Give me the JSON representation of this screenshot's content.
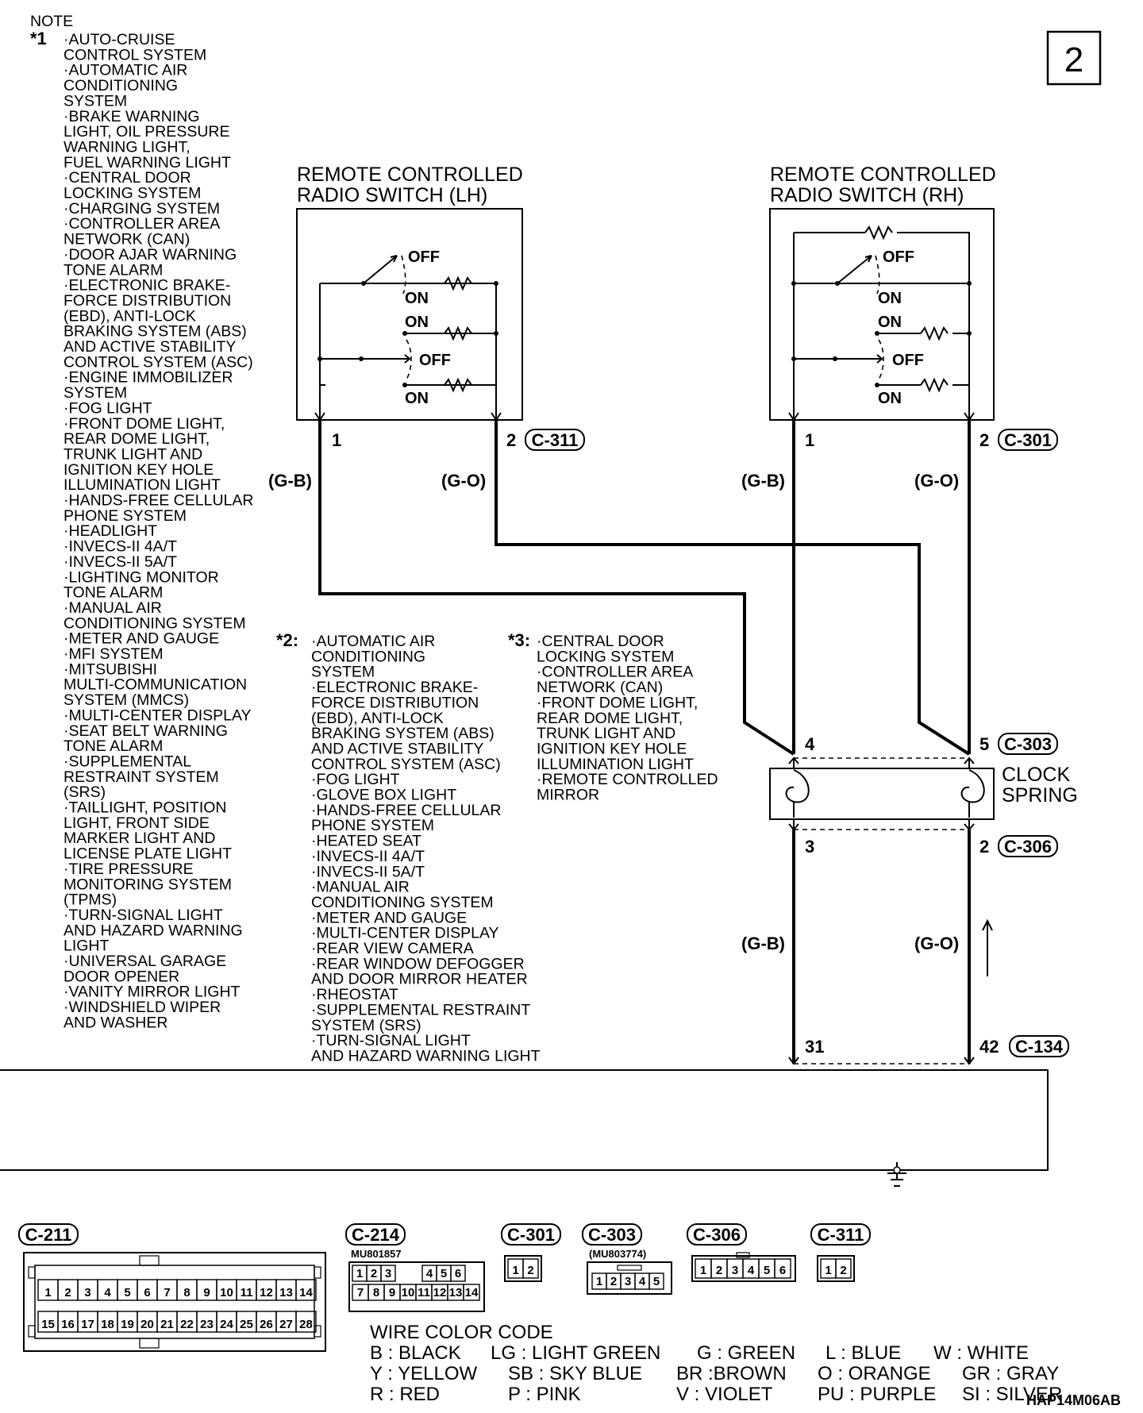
{
  "page_number": "2",
  "diagram_code": "HAP14M06AB",
  "note": {
    "heading": "NOTE",
    "groups": [
      {
        "mark": "*1",
        "lines": [
          "·AUTO-CRUISE",
          "CONTROL SYSTEM",
          "·AUTOMATIC AIR",
          "CONDITIONING",
          "SYSTEM",
          "·BRAKE WARNING",
          "LIGHT, OIL PRESSURE",
          "WARNING LIGHT,",
          "FUEL WARNING LIGHT",
          "·CENTRAL DOOR",
          "LOCKING SYSTEM",
          "·CHARGING SYSTEM",
          "·CONTROLLER AREA",
          "NETWORK (CAN)",
          "·DOOR AJAR WARNING",
          "TONE ALARM",
          "·ELECTRONIC BRAKE-",
          "FORCE DISTRIBUTION",
          "(EBD), ANTI-LOCK",
          "BRAKING SYSTEM (ABS)",
          "AND ACTIVE STABILITY",
          "CONTROL SYSTEM (ASC)",
          "·ENGINE IMMOBILIZER",
          "SYSTEM",
          "·FOG LIGHT",
          "·FRONT DOME LIGHT,",
          "REAR DOME LIGHT,",
          "TRUNK LIGHT AND",
          "IGNITION KEY HOLE",
          "ILLUMINATION LIGHT",
          "·HANDS-FREE CELLULAR",
          "PHONE SYSTEM",
          "·HEADLIGHT",
          "·INVECS-II 4A/T",
          "·INVECS-II 5A/T",
          "·LIGHTING MONITOR",
          "TONE ALARM",
          "·MANUAL AIR",
          "CONDITIONING SYSTEM",
          "·METER AND GAUGE",
          "·MFI SYSTEM",
          "·MITSUBISHI",
          "MULTI-COMMUNICATION",
          "SYSTEM (MMCS)",
          "·MULTI-CENTER DISPLAY",
          "·SEAT BELT WARNING",
          "TONE ALARM",
          "·SUPPLEMENTAL",
          "RESTRAINT SYSTEM",
          "(SRS)",
          "·TAILLIGHT, POSITION",
          "LIGHT, FRONT SIDE",
          "MARKER LIGHT AND",
          "LICENSE PLATE LIGHT",
          "·TIRE PRESSURE",
          "MONITORING SYSTEM",
          "(TPMS)",
          "·TURN-SIGNAL LIGHT",
          "AND HAZARD WARNING",
          "LIGHT",
          "·UNIVERSAL GARAGE",
          "DOOR OPENER",
          "·VANITY MIRROR LIGHT",
          "·WINDSHIELD WIPER",
          "AND WASHER"
        ]
      },
      {
        "mark": "*2:",
        "lines": [
          "·AUTOMATIC AIR",
          "CONDITIONING",
          "SYSTEM",
          "·ELECTRONIC BRAKE-",
          "FORCE DISTRIBUTION",
          "(EBD), ANTI-LOCK",
          "BRAKING SYSTEM (ABS)",
          "AND ACTIVE STABILITY",
          "CONTROL SYSTEM (ASC)",
          "·FOG LIGHT",
          "·GLOVE BOX LIGHT",
          "·HANDS-FREE CELLULAR",
          "PHONE SYSTEM",
          "·HEATED SEAT",
          "·INVECS-II 4A/T",
          "·INVECS-II 5A/T",
          "·MANUAL AIR",
          "CONDITIONING SYSTEM",
          "·METER AND GAUGE",
          "·MULTI-CENTER DISPLAY",
          "·REAR VIEW CAMERA",
          "·REAR WINDOW DEFOGGER",
          "AND DOOR MIRROR HEATER",
          "·RHEOSTAT",
          "·SUPPLEMENTAL RESTRAINT",
          "SYSTEM (SRS)",
          "·TURN-SIGNAL LIGHT",
          "AND HAZARD WARNING LIGHT"
        ]
      },
      {
        "mark": "*3:",
        "lines": [
          "·CENTRAL DOOR",
          "LOCKING SYSTEM",
          "·CONTROLLER AREA",
          "NETWORK (CAN)",
          "·FRONT DOME LIGHT,",
          "REAR DOME LIGHT,",
          "TRUNK LIGHT AND",
          "IGNITION KEY HOLE",
          "ILLUMINATION LIGHT",
          "·REMOTE CONTROLLED",
          "MIRROR"
        ]
      }
    ]
  },
  "switches": [
    {
      "title_line1": "REMOTE CONTROLLED",
      "title_line2": "RADIO SWITCH (LH)",
      "connector": "C-311",
      "pin_a": "1",
      "pin_b": "2",
      "wire_a": "(G-B)",
      "wire_b": "(G-O)",
      "states": [
        "OFF",
        "ON",
        "ON",
        "OFF",
        "ON"
      ]
    },
    {
      "title_line1": "REMOTE CONTROLLED",
      "title_line2": "RADIO SWITCH (RH)",
      "connector": "C-301",
      "pin_a": "1",
      "pin_b": "2",
      "wire_a": "(G-B)",
      "wire_b": "(G-O)",
      "states": [
        "OFF",
        "ON",
        "ON",
        "OFF",
        "ON"
      ]
    }
  ],
  "clock_spring": {
    "label_line1": "CLOCK",
    "label_line2": "SPRING",
    "top_pins": [
      "4",
      "5"
    ],
    "top_connector": "C-303",
    "bottom_pins": [
      "3",
      "2"
    ],
    "bottom_connector": "C-306",
    "wire_a": "(G-B)",
    "wire_b": "(G-O)"
  },
  "lower_pins": {
    "a": "31",
    "b": "42",
    "connector": "C-134"
  },
  "connectors": [
    {
      "id": "C-211",
      "part": "",
      "rows": [
        [
          "1",
          "2",
          "3",
          "4",
          "5",
          "6",
          "7",
          "8",
          "9",
          "10",
          "11",
          "12",
          "13",
          "14"
        ],
        [
          "15",
          "16",
          "17",
          "18",
          "19",
          "20",
          "21",
          "22",
          "23",
          "24",
          "25",
          "26",
          "27",
          "28"
        ]
      ]
    },
    {
      "id": "C-214",
      "part": "MU801857",
      "rows": [
        [
          "1",
          "2",
          "3",
          "",
          "4",
          "5",
          "6"
        ],
        [
          "7",
          "8",
          "9",
          "10",
          "11",
          "12",
          "13",
          "14"
        ]
      ]
    },
    {
      "id": "C-301",
      "part": "",
      "rows": [
        [
          "1",
          "2"
        ]
      ]
    },
    {
      "id": "C-303",
      "part": "(MU803774)",
      "rows": [
        [
          "1",
          "2",
          "3",
          "4",
          "5"
        ]
      ]
    },
    {
      "id": "C-306",
      "part": "",
      "rows": [
        [
          "1",
          "2",
          "3",
          "4",
          "5",
          "6"
        ]
      ]
    },
    {
      "id": "C-311",
      "part": "",
      "rows": [
        [
          "1",
          "2"
        ]
      ]
    }
  ],
  "wire_color_code": {
    "title": "WIRE COLOR CODE",
    "rows": [
      [
        "B : BLACK",
        "LG : LIGHT GREEN",
        "G : GREEN",
        "L : BLUE",
        "W : WHITE"
      ],
      [
        "Y : YELLOW",
        "SB : SKY BLUE",
        "BR :BROWN",
        "O : ORANGE",
        "GR : GRAY"
      ],
      [
        "R : RED",
        "P : PINK",
        "V : VIOLET",
        "PU : PURPLE",
        "SI : SILVER"
      ]
    ]
  }
}
